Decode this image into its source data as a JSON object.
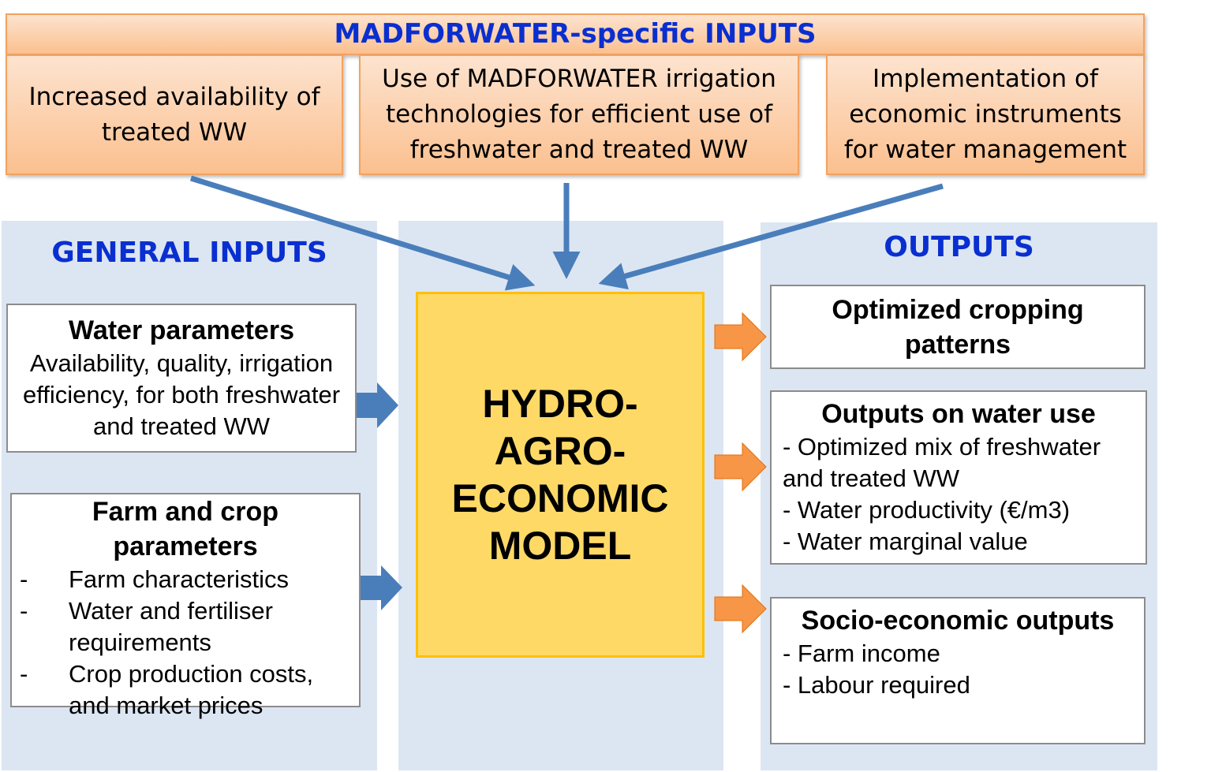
{
  "madforwater": {
    "title": "MADFORWATER-specific INPUTS",
    "items": [
      "Increased availability of treated WW",
      "Use of MADFORWATER irrigation technologies for efficient use of freshwater and treated WW",
      "Implementation of economic instruments for water management"
    ]
  },
  "general": {
    "title": "GENERAL INPUTS",
    "water": {
      "title": "Water parameters",
      "text": "Availability, quality, irrigation efficiency, for both freshwater and treated WW"
    },
    "farm": {
      "title": "Farm and crop parameters",
      "items": [
        "Farm characteristics",
        "Water and fertiliser requirements",
        "Crop production costs, and market prices"
      ]
    }
  },
  "model": {
    "label": "HYDRO-AGRO-ECONOMIC MODEL"
  },
  "outputs": {
    "title": "OUTPUTS",
    "cropping": {
      "title": "Optimized cropping patterns"
    },
    "water": {
      "title": "Outputs on water use",
      "items": [
        "- Optimized mix of freshwater and treated WW",
        "- Water productivity (€/m3)",
        "- Water marginal value"
      ]
    },
    "socio": {
      "title": "Socio-economic outputs",
      "items": [
        "- Farm income",
        "- Labour required"
      ]
    }
  },
  "colors": {
    "blue_arrow": "#4a7ebb",
    "orange_arrow": "#f79646",
    "panel": "#dce6f2",
    "model": "#ffd966"
  }
}
